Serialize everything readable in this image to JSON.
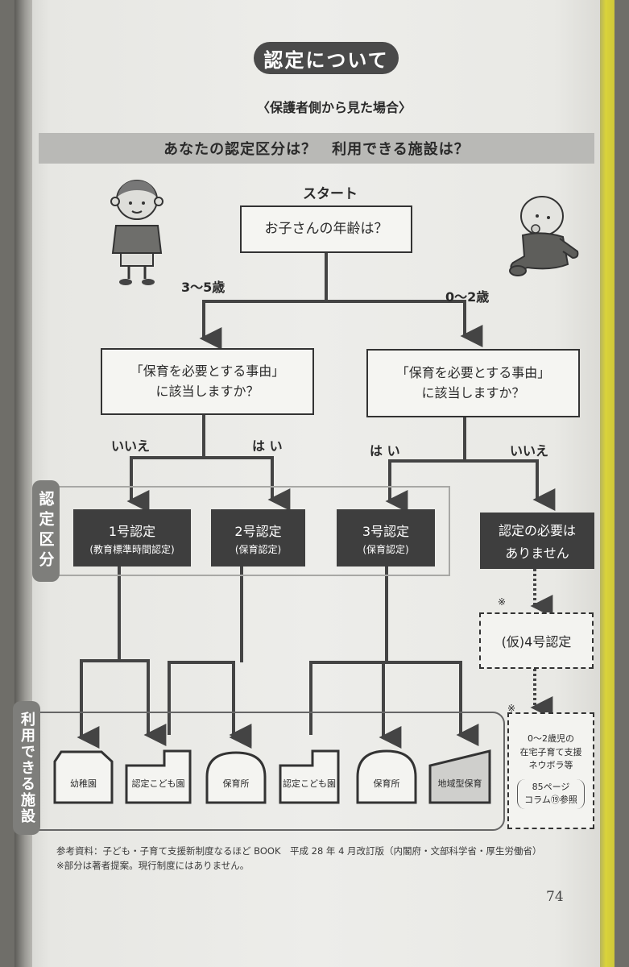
{
  "page": {
    "title": "認定について",
    "subtitle": "〈保護者側から見た場合〉",
    "banner": "あなたの認定区分は？　利用できる施設は？",
    "page_number": "74"
  },
  "flow": {
    "start_label": "スタート",
    "question_age": "お子さんの年齢は？",
    "age_left": "3〜5歳",
    "age_right": "0〜2歳",
    "reason_left": {
      "line1": "「保育を必要とする事由」",
      "line2": "に該当しますか？"
    },
    "reason_right": {
      "line1": "「保育を必要とする事由」",
      "line2": "に該当しますか？"
    },
    "no_left": "いいえ",
    "yes_left": "は い",
    "yes_right": "は い",
    "no_right": "いいえ"
  },
  "categories": {
    "tab_label": "認定区分",
    "cert1": {
      "main": "1号認定",
      "sub": "(教育標準時間認定)"
    },
    "cert2": {
      "main": "2号認定",
      "sub": "(保育認定)"
    },
    "cert3": {
      "main": "3号認定",
      "sub": "(保育認定)"
    },
    "not_needed": {
      "line1": "認定の必要は",
      "line2": "ありません"
    }
  },
  "notes": {
    "mark": "※",
    "provisional": "(仮)4号認定",
    "home_support": {
      "line1": "0〜2歳児の",
      "line2": "在宅子育て支援",
      "line3": "ネウボラ等",
      "ref1": "85ページ",
      "ref2": "コラム⑲参照"
    }
  },
  "facilities": {
    "tab_label": "利用できる施設",
    "items": [
      "幼稚園",
      "認定こども園",
      "保育所",
      "認定こども園",
      "保育所",
      "地域型保育"
    ]
  },
  "footer": {
    "line1": "参考資料：子ども・子育て支援新制度なるほど BOOK　平成 28 年 4 月改訂版（内閣府・文部科学省・厚生労働省）",
    "line2": "※部分は著者提案。現行制度にはありません。"
  },
  "colors": {
    "dark_box": "#3e3e3e",
    "banner_gray": "#b9b9b6",
    "tab_gray": "#7e7e7b",
    "page": "#ededea"
  },
  "icons": [
    "toddler-boy-illustration",
    "baby-illustration"
  ]
}
